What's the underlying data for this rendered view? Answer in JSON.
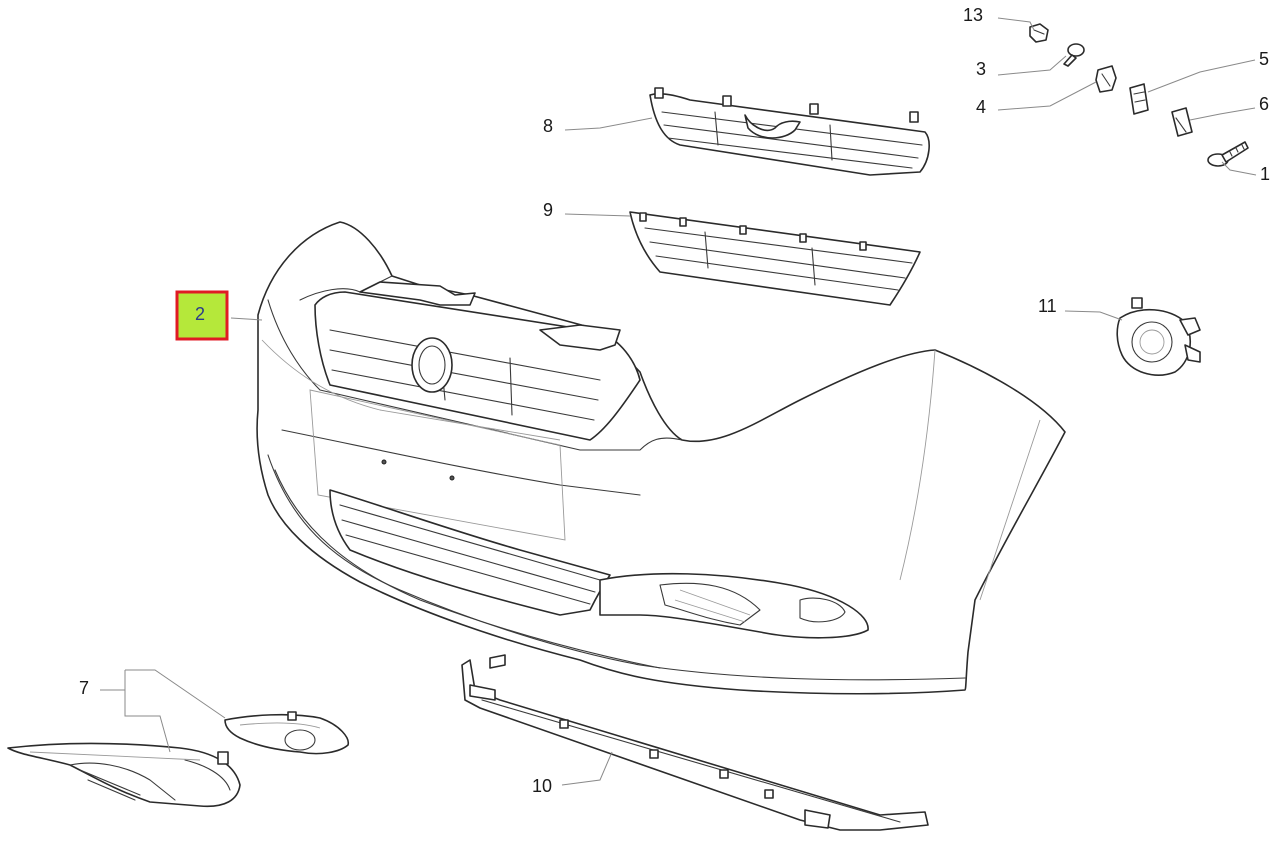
{
  "diagram": {
    "callouts": {
      "c1": "1",
      "c2": "2",
      "c3": "3",
      "c4": "4",
      "c5": "5",
      "c6": "6",
      "c7": "7",
      "c8": "8",
      "c9": "9",
      "c10": "10",
      "c11": "11",
      "c13": "13"
    },
    "selected_callout": "2",
    "colors": {
      "selected_fill": "#b5e83a",
      "selected_border": "#e01b24",
      "line": "#2b2b2b",
      "leader": "#8a8a8a"
    }
  }
}
